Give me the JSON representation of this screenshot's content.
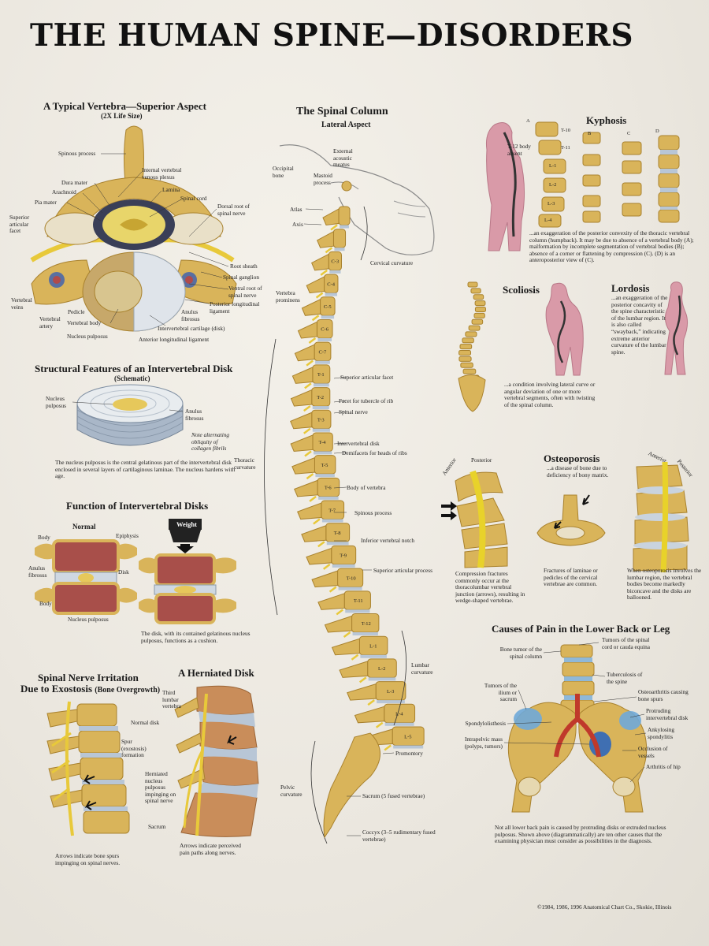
{
  "title": "THE HUMAN SPINE—DISORDERS",
  "typical_vertebra": {
    "heading": "A Typical Vertebra—Superior Aspect",
    "subheading": "(2X Life Size)",
    "labels": {
      "spinous_process": "Spinous process",
      "internal_plexus": "Internal vertebral venous plexus",
      "dura_mater": "Dura mater",
      "lamina": "Lamina",
      "arachnoid": "Arachnoid",
      "spinal_cord": "Spinal cord",
      "pia_mater": "Pia mater",
      "dorsal_root": "Dorsal root of spinal nerve",
      "superior_facet": "Superior articular facet",
      "root_sheath": "Root sheath",
      "spinal_ganglion": "Spinal ganglion",
      "ventral_root": "Ventral root of spinal nerve",
      "vertebral_veins": "Vertebral veins",
      "posterior_ligament": "Posterior longitudinal ligament",
      "anulus": "Anulus fibrosus",
      "vertebral_artery": "Vertebral artery",
      "pedicle": "Pedicle",
      "vertebral_body": "Vertebral body",
      "intervertebral_cartilage": "Intervertebral cartilage (disk)",
      "nucleus_pulposus": "Nucleus pulposus",
      "anterior_ligament": "Anterior longitudinal ligament"
    }
  },
  "disk_structure": {
    "heading": "Structural Features of an Intervertebral Disk",
    "subheading": "(Schematic)",
    "nucleus": "Nucleus pulposus",
    "anulus": "Anulus fibrosus",
    "note": "Note alternating obliquity of collagen fibrils",
    "caption": "The nucleus pulposus is the central gelatinous part of the intervertebral disk enclosed in several layers of cartilaginous laminae. The nucleus hardens with age."
  },
  "disk_function": {
    "heading": "Function of Intervertebral Disks",
    "normal": "Normal",
    "weight": "Weight",
    "body_top": "Body",
    "epiphysis": "Epiphysis",
    "anulus": "Anulus fibrosus",
    "disk": "Disk",
    "body_bottom": "Body",
    "nucleus": "Nucleus pulposus",
    "caption": "The disk, with its contained gelatinous nucleus pulposus, functions as a cushion."
  },
  "nerve_irritation": {
    "heading": "Spinal Nerve Irritation",
    "heading2": "Due to Exostosis",
    "heading2_small": "(Bone Overgrowth)",
    "spur": "Spur (exostosis) formation",
    "caption": "Arrows indicate bone spurs impinging on spinal nerves."
  },
  "herniated": {
    "heading": "A Herniated Disk",
    "third_lumbar": "Third lumbar vertebra",
    "normal_disk": "Normal disk",
    "herniated_label": "Herniated nucleus pulposus impinging on spinal nerve",
    "sacrum": "Sacrum",
    "caption": "Arrows indicate perceived pain paths along nerves."
  },
  "spinal_column": {
    "heading": "The Spinal Column",
    "subheading": "Lateral Aspect",
    "labels": {
      "occipital": "Occipital bone",
      "mastoid": "Mastoid process",
      "external_meatus": "External acoustic meatus",
      "atlas": "Atlas",
      "axis": "Axis",
      "cervical": "Cervical curvature",
      "prominens": "Vertebra prominens",
      "sup_facet": "Superior articular facet",
      "tubercle_facet": "Facet for tubercle of rib",
      "spinal_nerve": "Spinal nerve",
      "interv_disk": "Intervertebral disk",
      "demifacets": "Demifacets for heads of ribs",
      "thoracic": "Thoracic curvature",
      "body": "Body of vertebra",
      "spinous": "Spinous process",
      "inf_notch": "Inferior vertebral notch",
      "sup_process": "Superior articular process",
      "lumbar": "Lumbar curvature",
      "promontory": "Promontory",
      "pelvic": "Pelvic curvature",
      "sacrum": "Sacrum (5 fused vertebrae)",
      "coccyx": "Coccyx (3–5 rudimentary fused vertebrae)"
    },
    "segments": [
      "C-3",
      "C-4",
      "C-5",
      "C-6",
      "C-7",
      "T-1",
      "T-2",
      "T-3",
      "T-4",
      "T-5",
      "T-6",
      "T-7",
      "T-8",
      "T-9",
      "T-10",
      "T-11",
      "T-12",
      "L-1",
      "L-2",
      "L-3",
      "L-4",
      "L-5"
    ]
  },
  "kyphosis": {
    "heading": "Kyphosis",
    "letters": [
      "A",
      "B",
      "C",
      "D"
    ],
    "t12": "T-12 body absent",
    "segments": [
      "T-10",
      "T-11",
      "L-1",
      "L-2",
      "L-3",
      "L-4"
    ],
    "caption": "...an exaggeration of the posterior convexity of the thoracic vertebral column (humpback). It may be due to absence of a vertebral body (A); malformation by incomplete segmentation of vertebral bodies (B); absence of a corner or flattening by compression (C). (D) is an anteroposterior view of (C)."
  },
  "scoliosis": {
    "heading": "Scoliosis",
    "caption": "...a condition involving lateral curve or angular deviation of one or more vertebral segments, often with twisting of the spinal column."
  },
  "lordosis": {
    "heading": "Lordosis",
    "caption": "...an exaggeration of the posterior concavity of the spine characteristic of the lumbar region. It is also called “swayback,” indicating extreme anterior curvature of the lumbar spine."
  },
  "osteoporosis": {
    "heading": "Osteoporosis",
    "subcaption": "...a disease of bone due to deficiency of bony matrix.",
    "anterior": "Anterior",
    "posterior": "Posterior",
    "anterior2": "Anterior",
    "posterior2": "Posterior",
    "cap1": "Compression fractures commonly occur at the thoracolumbar vertebral junction (arrows), resulting in wedge-shaped vertebrae.",
    "cap2": "Fractures of laminae or pedicles of the cervical vertebrae are common.",
    "cap3": "When osteoporosis involves the lumbar region, the vertebral bodies become markedly biconcave and the disks are ballooned."
  },
  "lower_back": {
    "heading": "Causes of Pain in the Lower Back or Leg",
    "labels": {
      "bone_tumor": "Bone tumor of the spinal column",
      "tumors_cord": "Tumors of the spinal cord or cauda equina",
      "tuberculosis": "Tuberculosis of the spine",
      "tumors_ilium": "Tumors of the ilium or sacrum",
      "osteoarthritis": "Osteoarthritis causing bone spurs",
      "protruding": "Protruding intervertebral disk",
      "spondylolisthesis": "Spondylolisthesis",
      "ankylosing": "Ankylosing spondylitis",
      "intrapelvic": "Intrapelvic mass (polyps, tumors)",
      "occlusion": "Occlusion of vessels",
      "arthritis_hip": "Arthritis of hip"
    },
    "caption": "Not all lower back pain is caused by protruding disks or extruded nucleus pulposus. Shown above (diagrammatically) are ten other causes that the examining physician must consider as possibilities in the diagnosis."
  },
  "copyright": "©1984, 1986, 1996 Anatomical Chart Co., Skokie, Illinois",
  "colors": {
    "bone": "#d9b45a",
    "bone_dark": "#a9822e",
    "disk": "#b8c6d6",
    "nerve": "#e8c93a",
    "skin": "#d99aa8",
    "marrow": "#a8554f"
  }
}
